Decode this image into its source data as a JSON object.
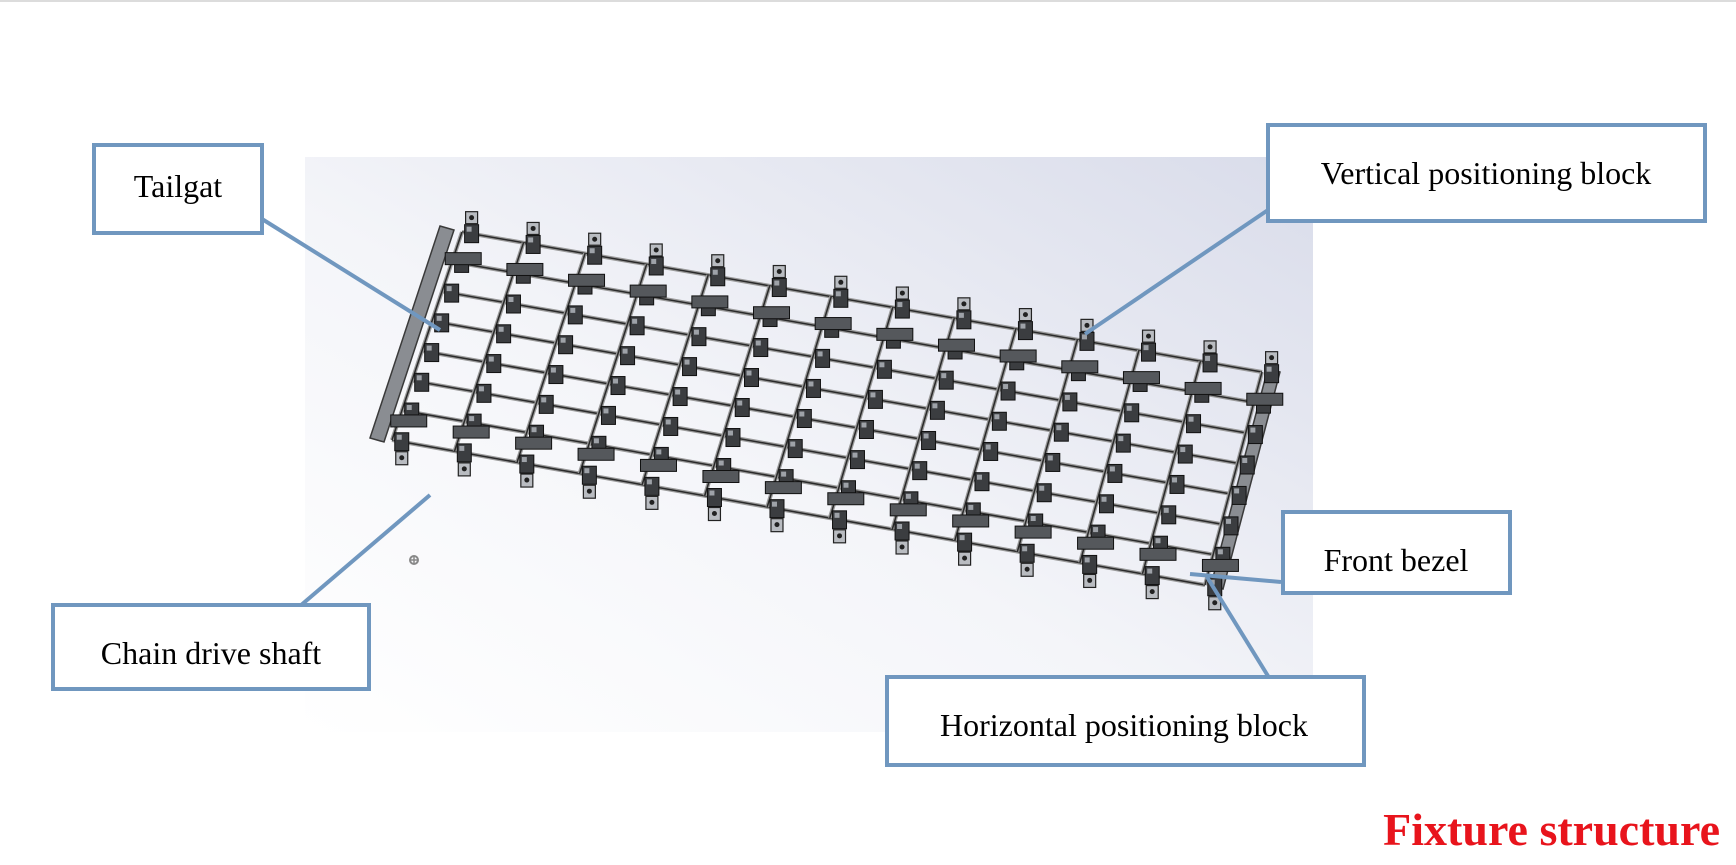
{
  "labels": {
    "tailgate": "Tailgat",
    "vertical_positioning_block": "Vertical positioning block",
    "chain_drive_shaft": "Chain drive shaft",
    "front_bezel": "Front bezel",
    "horizontal_positioning_block": "Horizontal positioning block"
  },
  "caption": {
    "text": "Fixture structure",
    "color": "#e8141c"
  },
  "colors": {
    "callout_border": "#7097bf",
    "background_gradient_start": "#ffffff",
    "background_gradient_end": "#d9dcea",
    "frame_dark": "#2a2a2a",
    "frame_light": "#9a9a9a"
  },
  "fixture": {
    "rows": 7,
    "columns": 13
  }
}
